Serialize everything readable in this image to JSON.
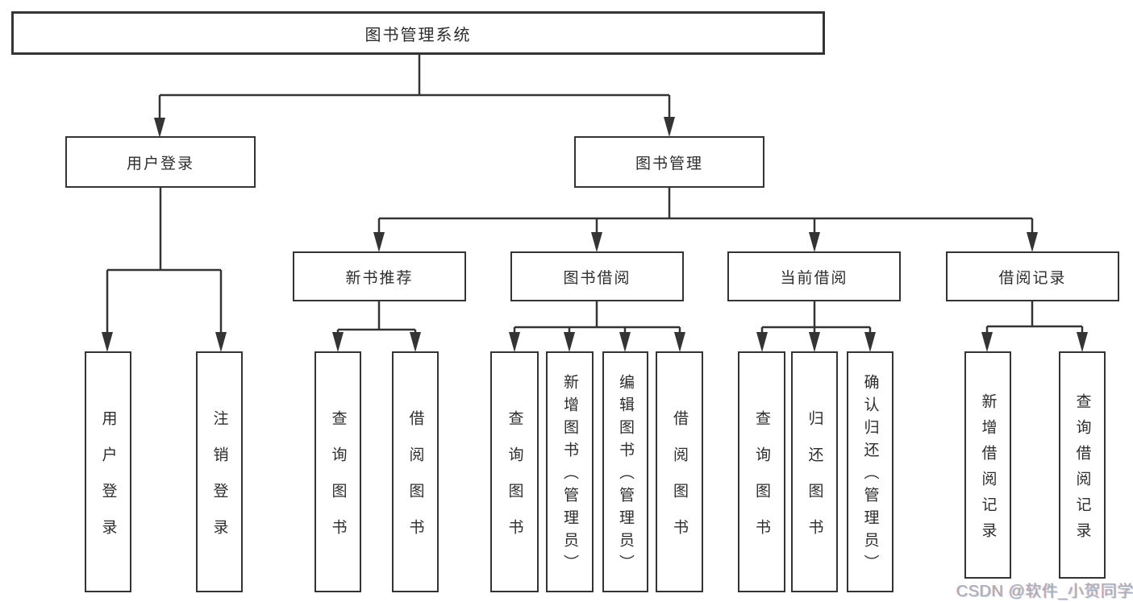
{
  "diagram": {
    "root": {
      "label": "图书管理系统"
    },
    "level2": [
      {
        "label": "用户登录"
      },
      {
        "label": "图书管理"
      }
    ],
    "level3": [
      {
        "label": "新书推荐"
      },
      {
        "label": "图书借阅"
      },
      {
        "label": "当前借阅"
      },
      {
        "label": "借阅记录"
      }
    ],
    "leaves": [
      {
        "label": "用户登录"
      },
      {
        "label": "注销登录"
      },
      {
        "label": "查询图书"
      },
      {
        "label": "借阅图书"
      },
      {
        "label": "查询图书"
      },
      {
        "label": "新增图书（管理员）"
      },
      {
        "label": "编辑图书（管理员）"
      },
      {
        "label": "借阅图书"
      },
      {
        "label": "查询图书"
      },
      {
        "label": "归还图书"
      },
      {
        "label": "确认归还（管理员）"
      },
      {
        "label": "新增借阅记录"
      },
      {
        "label": "查询借阅记录"
      }
    ]
  },
  "watermark": {
    "text": "CSDN @软件_小贺同学"
  },
  "colors": {
    "line": "#343434",
    "box_border": "#343434",
    "text": "#2d2d2d",
    "watermark": "#a8adb4",
    "background": "#ffffff"
  }
}
